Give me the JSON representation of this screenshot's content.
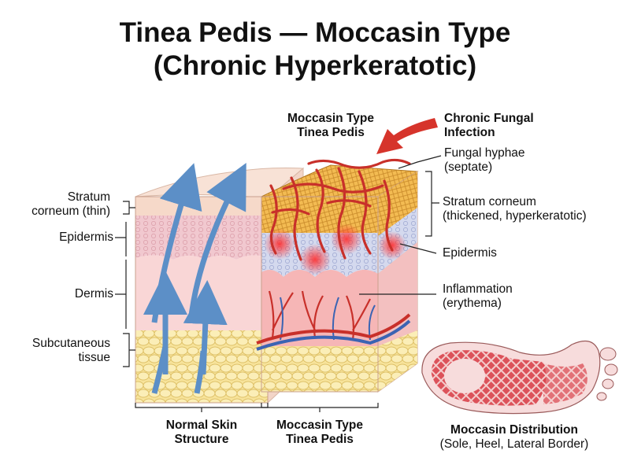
{
  "title": {
    "line1": "Tinea Pedis — Moccasin Type",
    "line2": "(Chronic Hyperkeratotic)"
  },
  "left_labels": {
    "stratum_corneum_line1": "Stratum",
    "stratum_corneum_line2": "corneum (thin)",
    "epidermis": "Epidermis",
    "dermis": "Dermis",
    "subcutaneous_line1": "Subcutaneous",
    "subcutaneous_line2": "tissue"
  },
  "top_labels": {
    "moccasin_line1": "Moccasin Type",
    "moccasin_line2": "Tinea Pedis",
    "chronic_line1": "Chronic Fungal",
    "chronic_line2": "Infection"
  },
  "right_labels": {
    "hyphae_line1": "Fungal hyphae",
    "hyphae_line2": "(septate)",
    "stratum_line1": "Stratum corneum",
    "stratum_line2": "(thickened, hyperkeratotic)",
    "epidermis": "Epidermis",
    "inflammation_line1": "Inflammation",
    "inflammation_line2": "(erythema)"
  },
  "bottom_labels": {
    "normal_line1": "Normal Skin",
    "normal_line2": "Structure",
    "moccasin_line1": "Moccasin Type",
    "moccasin_line2": "Tinea Pedis",
    "distribution_line1": "Moccasin Distribution",
    "distribution_line2": "(Sole, Heel, Lateral Border)"
  },
  "colors": {
    "stratum_normal": "#f6d9c9",
    "epidermis_normal": "#f1c8cf",
    "dermis_normal": "#f9d6d6",
    "subcutaneous": "#f7e39a",
    "stratum_thick": "#f0b24a",
    "epidermis_blue": "#cfd6ec",
    "dermis_inflamed": "#f6b6b6",
    "hyphae": "#c8302a",
    "arrow_blue": "#5c8fc7",
    "infection_arrow": "#d6342b",
    "foot_pattern": "#d9434b",
    "foot_skin": "#f7dcdc"
  }
}
